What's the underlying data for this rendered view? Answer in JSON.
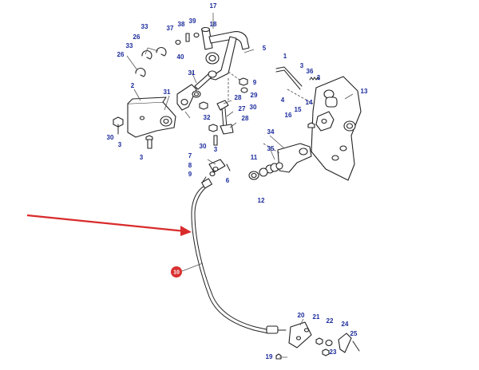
{
  "callouts": [
    {
      "label": "17"
    },
    {
      "label": "18"
    },
    {
      "label": "39"
    },
    {
      "label": "38"
    },
    {
      "label": "37"
    },
    {
      "label": "33"
    },
    {
      "label": "26"
    },
    {
      "label": "33"
    },
    {
      "label": "26"
    },
    {
      "label": "40"
    },
    {
      "label": "5"
    },
    {
      "label": "31"
    },
    {
      "label": "9"
    },
    {
      "label": "29"
    },
    {
      "label": "2"
    },
    {
      "label": "31"
    },
    {
      "label": "32"
    },
    {
      "label": "30"
    },
    {
      "label": "3"
    },
    {
      "label": "3"
    },
    {
      "label": "28"
    },
    {
      "label": "27"
    },
    {
      "label": "30"
    },
    {
      "label": "28"
    },
    {
      "label": "30"
    },
    {
      "label": "3"
    },
    {
      "label": "1"
    },
    {
      "label": "3"
    },
    {
      "label": "36"
    },
    {
      "label": "3"
    },
    {
      "label": "4"
    },
    {
      "label": "13"
    },
    {
      "label": "14"
    },
    {
      "label": "15"
    },
    {
      "label": "16"
    },
    {
      "label": "34"
    },
    {
      "label": "35"
    },
    {
      "label": "11"
    },
    {
      "label": "12"
    },
    {
      "label": "7"
    },
    {
      "label": "8"
    },
    {
      "label": "9"
    },
    {
      "label": "6"
    },
    {
      "label": "20"
    },
    {
      "label": "21"
    },
    {
      "label": "22"
    },
    {
      "label": "24"
    },
    {
      "label": "25"
    },
    {
      "label": "23"
    },
    {
      "label": "19"
    }
  ],
  "highlight": {
    "label": "10",
    "color": "#d93030"
  },
  "arrow_color": "#d92b2b",
  "number_color": "#1a2a9c"
}
